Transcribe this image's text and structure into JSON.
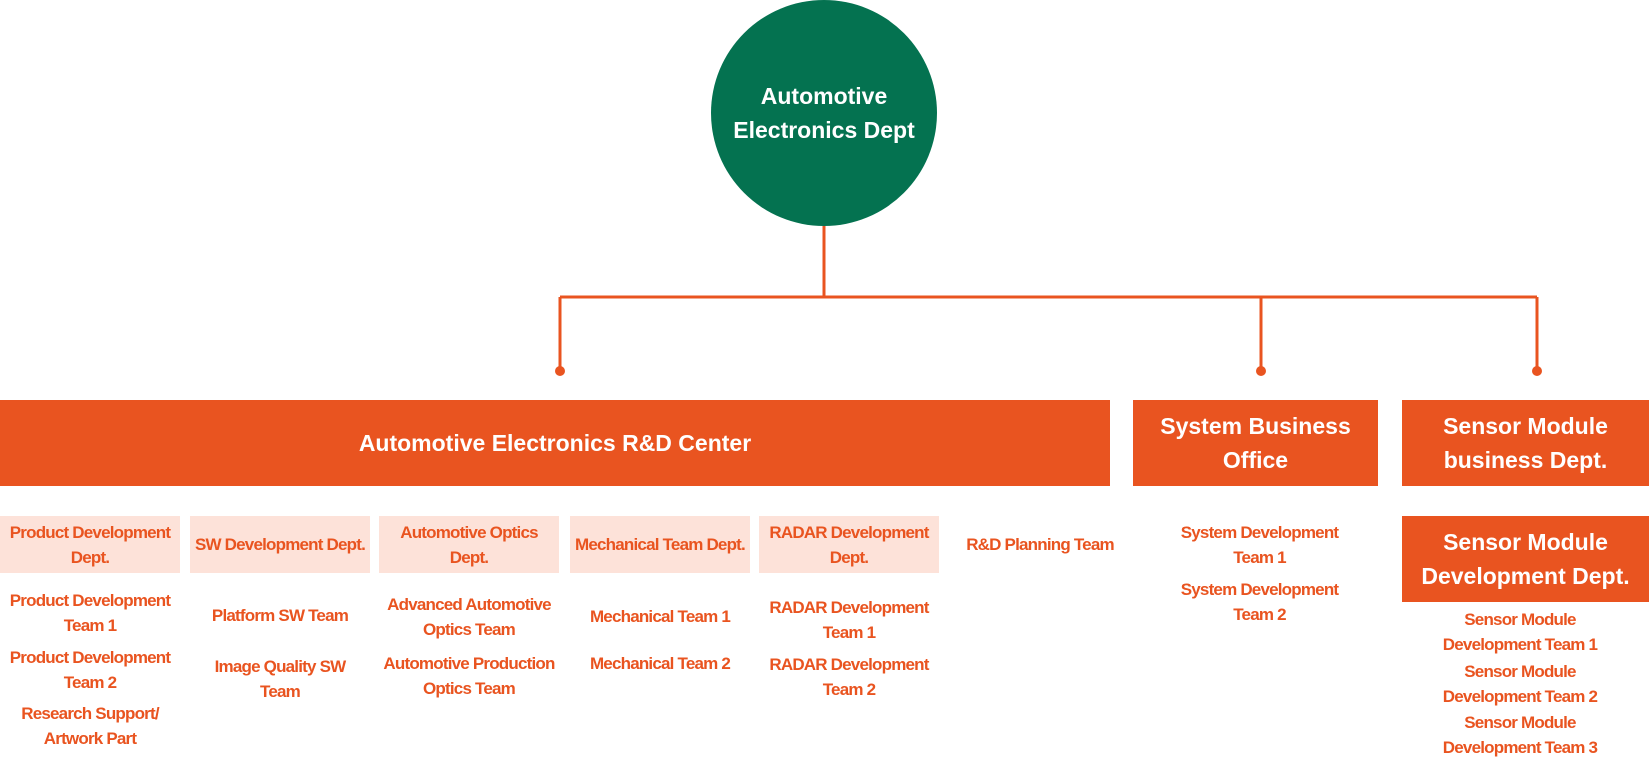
{
  "root": {
    "line1": "Automotive",
    "line2": "Electronics Dept"
  },
  "units": {
    "rd_center": "Automotive Electronics R&D Center",
    "system_business": "System Business Office",
    "sensor_business": "Sensor Module business Dept.",
    "sensor_dev": "Sensor Module Development Dept."
  },
  "departments": [
    {
      "name": "Product Development Dept.",
      "teams": [
        "Product Development Team 1",
        "Product Development Team 2",
        "Research Support/ Artwork Part"
      ]
    },
    {
      "name": "SW Development Dept.",
      "teams": [
        "Platform SW Team",
        "Image Quality SW Team"
      ]
    },
    {
      "name": "Automotive Optics Dept.",
      "teams": [
        "Advanced Automotive Optics Team",
        "Automotive Production Optics Team"
      ]
    },
    {
      "name": "Mechanical Team Dept.",
      "teams": [
        "Mechanical Team 1",
        "Mechanical Team 2"
      ]
    },
    {
      "name": "RADAR Development Dept.",
      "teams": [
        "RADAR Development Team 1",
        "RADAR Development Team 2"
      ]
    }
  ],
  "rd_planning": "R&D Planning Team",
  "system_teams": [
    "System Development Team 1",
    "System Development Team 2"
  ],
  "sensor_teams": [
    "Sensor Module Development Team 1",
    "Sensor Module Development Team 2",
    "Sensor Module Development Team 3"
  ],
  "colors": {
    "root_green": "#047250",
    "accent_orange": "#e95420",
    "dept_fill": "#fde2d9"
  }
}
